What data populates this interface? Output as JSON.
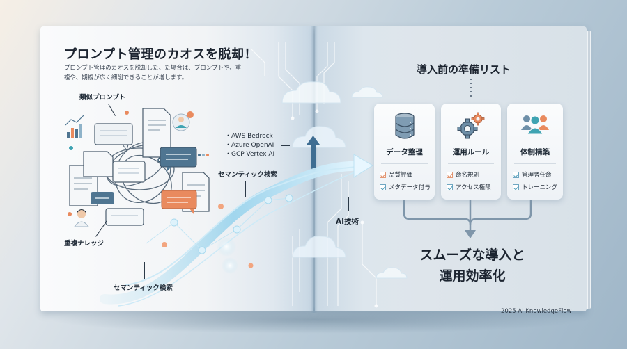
{
  "left_page": {
    "title": "プロンプト管理のカオスを脱却！",
    "subtitle": "プロンプト管理のカオスを脱却した、た場合は、プロンプトや、重複や、期複が広く細削できることが増します。",
    "labels": {
      "similar_prompts": "類似プロンプト",
      "duplicate_knowledge": "重複ナレッジ",
      "semantic_search_bottom": "セマンティック検索",
      "semantic_search_mid": "セマンティック検索",
      "ai_tech": "AI技術"
    },
    "cloud_services": [
      "・AWS Bedrock",
      "・Azure OpenAI",
      "・GCP Vertex AI"
    ]
  },
  "right_page": {
    "title": "導入前の準備リスト",
    "cards": [
      {
        "icon": "database-icon",
        "title": "データ整理",
        "items": [
          {
            "label": "品質評価",
            "check_color": "#e0855c"
          },
          {
            "label": "メタデータ付与",
            "check_color": "#4d9bb8"
          }
        ]
      },
      {
        "icon": "gears-icon",
        "title": "運用ルール",
        "items": [
          {
            "label": "命名規則",
            "check_color": "#e0855c"
          },
          {
            "label": "アクセス権限",
            "check_color": "#4d9bb8"
          }
        ]
      },
      {
        "icon": "team-icon",
        "title": "体制構築",
        "items": [
          {
            "label": "管理者任命",
            "check_color": "#4d9bb8"
          },
          {
            "label": "トレーニング",
            "check_color": "#4d9bb8"
          }
        ]
      }
    ],
    "result_line1": "スムーズな導入と",
    "result_line2": "運用効率化",
    "footer": "2025 AI KnowledgeFlow"
  },
  "colors": {
    "accent_blue": "#4d7a99",
    "accent_orange": "#e0855c",
    "teal": "#3ea3b2",
    "text_dark": "#1c2430"
  }
}
